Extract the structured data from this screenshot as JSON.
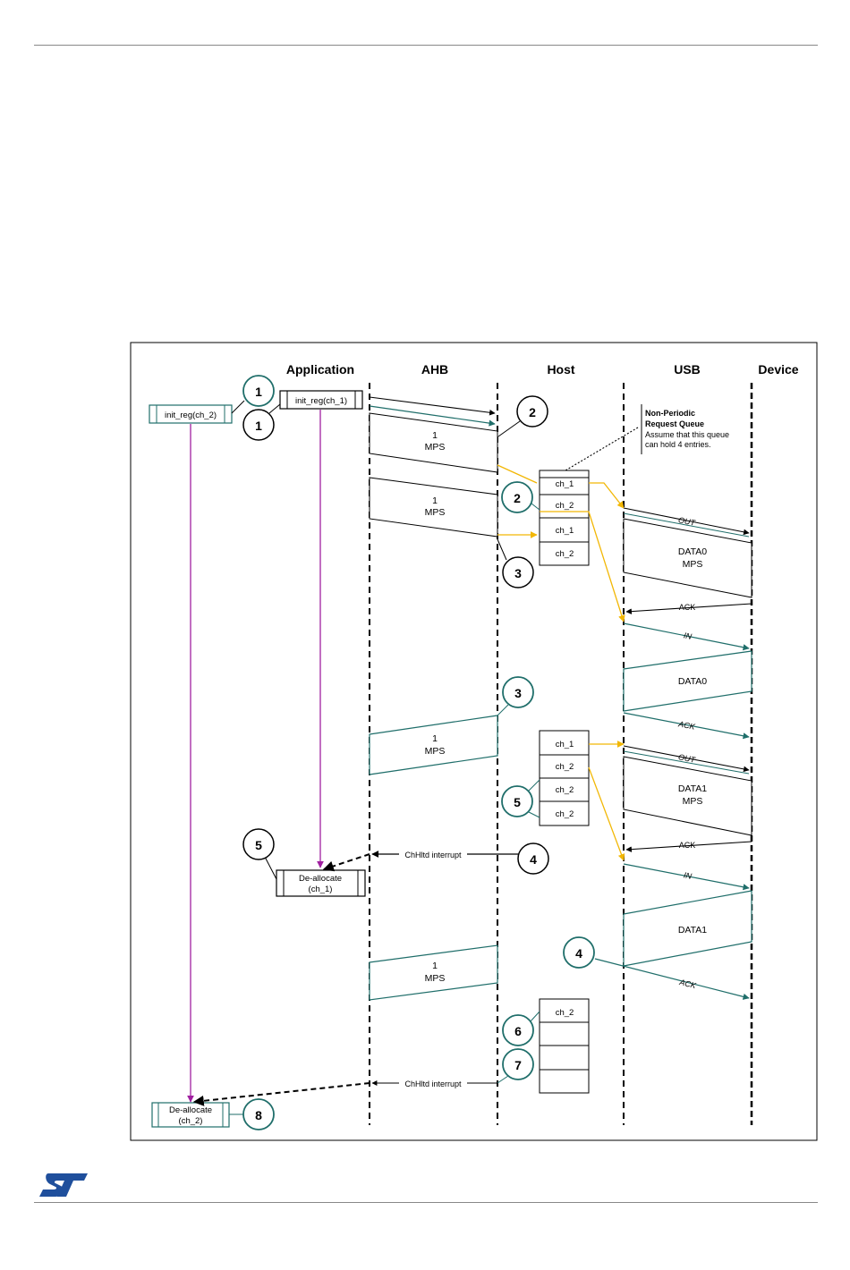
{
  "diagram": {
    "columns": {
      "application": "Application",
      "ahb": "AHB",
      "host": "Host",
      "usb": "USB",
      "device": "Device"
    },
    "app_boxes": {
      "init_ch2": "init_reg(ch_2)",
      "init_ch1": "init_reg(ch_1)",
      "dealloc_ch1_l1": "De-allocate",
      "dealloc_ch1_l2": "(ch_1)",
      "dealloc_ch2_l1": "De-allocate",
      "dealloc_ch2_l2": "(ch_2)"
    },
    "note": {
      "title1": "Non-Periodic",
      "title2": "Request Queue",
      "line1": "Assume that this queue",
      "line2": "can hold 4 entries."
    },
    "mps": {
      "one": "1",
      "mps": "MPS"
    },
    "queue": {
      "q1": [
        "ch_1",
        "ch_2",
        "ch_1",
        "ch_2"
      ],
      "q2": [
        "ch_1",
        "ch_2",
        "ch_2",
        "ch_2"
      ],
      "q3": [
        "ch_2",
        "",
        "",
        ""
      ]
    },
    "usb_labels": {
      "out": "OUT",
      "in": "IN",
      "ack": "ACK",
      "data0_mps": "DATA0",
      "mps": "MPS",
      "data0": "DATA0",
      "data1_mps": "DATA1",
      "data1": "DATA1"
    },
    "interrupt": "ChHltd interrupt",
    "step_numbers": {
      "c1a": "1",
      "c1b": "1",
      "c2a": "2",
      "c2b": "2",
      "c3a": "3",
      "c3b": "3",
      "c4a": "4",
      "c4b": "4",
      "c5a": "5",
      "c5b": "5",
      "c6": "6",
      "c7": "7",
      "c8": "8"
    }
  },
  "colors": {
    "teal": "#1f6e6a",
    "yellow": "#f2b705",
    "purple": "#a020a0",
    "logo": "#1f4f9c"
  },
  "logo_text": "ST"
}
